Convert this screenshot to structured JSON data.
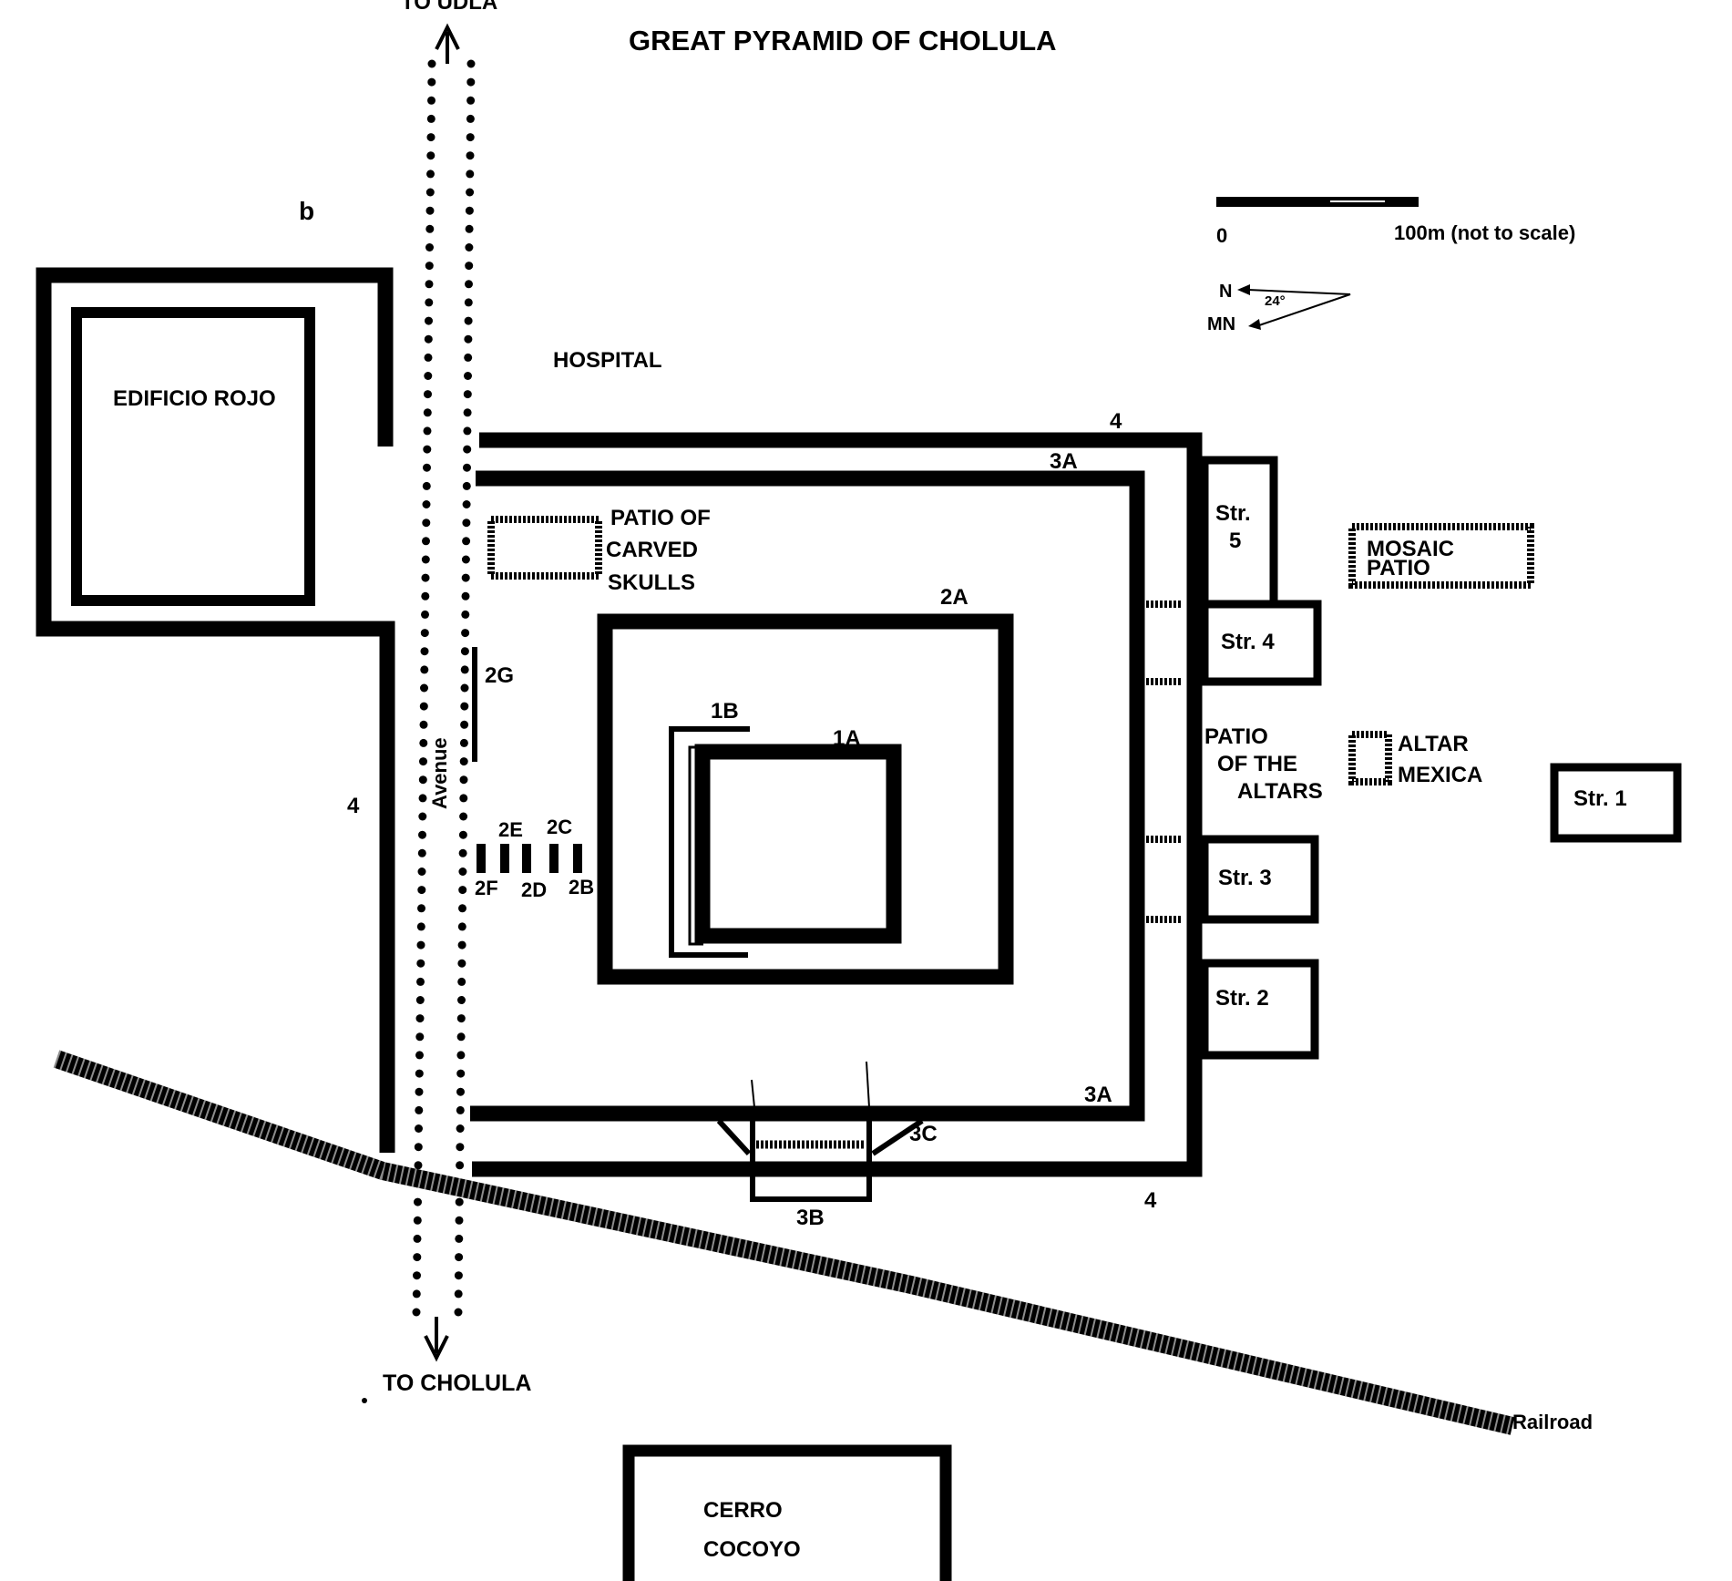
{
  "title": "GREAT PYRAMID OF CHOLULA",
  "panel_letter": "b",
  "roads": {
    "to_udla": "TO UDLA",
    "to_cholula": "TO CHOLULA",
    "avenue": "Avenue",
    "railroad": "Railroad"
  },
  "scale": {
    "zero": "0",
    "end": "100m (not to scale)"
  },
  "north": {
    "true_north": "N",
    "magnetic_north": "MN",
    "declination": "24°"
  },
  "buildings": {
    "edificio_rojo": "EDIFICIO ROJO",
    "hospital": "HOSPITAL",
    "cerro_line1": "CERRO",
    "cerro_line2": "COCOYO",
    "str5_line1": "Str.",
    "str5_line2": "5",
    "str4": "Str. 4",
    "str3": "Str. 3",
    "str2": "Str. 2",
    "str1": "Str. 1"
  },
  "patios": {
    "carved_line1": "PATIO OF",
    "carved_line2": "CARVED",
    "carved_line3": "SKULLS",
    "mosaic_line1": "MOSAIC",
    "mosaic_line2": "PATIO",
    "altars_line1": "PATIO",
    "altars_line2": "OF THE",
    "altars_line3": "ALTARS",
    "altar_line1": "ALTAR",
    "altar_line2": "MEXICA"
  },
  "phases": {
    "p4_top": "4",
    "p4_left": "4",
    "p4_bottom": "4",
    "p3a_top": "3A",
    "p3a_bottom": "3A",
    "p3b": "3B",
    "p3c": "3C",
    "p2a": "2A",
    "p2g": "2G",
    "p2e": "2E",
    "p2c": "2C",
    "p2f": "2F",
    "p2d": "2D",
    "p2b": "2B",
    "p1b": "1B",
    "p1a": "1A"
  },
  "colors": {
    "ink": "#000000",
    "paper": "#ffffff"
  }
}
